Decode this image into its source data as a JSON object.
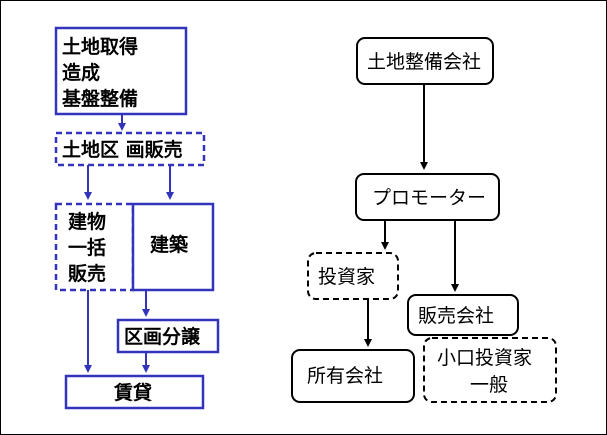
{
  "left_flow": {
    "land_acquisition": [
      "土地取得",
      "造成",
      "基盤整備"
    ],
    "lot_sales": "土地区 画販売",
    "bulk_building_sales": [
      "建物",
      "一括",
      "販売"
    ],
    "construction": "建築",
    "condominium_sales": "区画分譲",
    "rental": "賃貸",
    "color": "#3333bb"
  },
  "right_flow": {
    "land_dev_company": "土地整備会社",
    "promoter": "プロモーター",
    "investor": "投資家",
    "sales_company": "販売会社",
    "owner_company": "所有会社",
    "small_investor": [
      "小口投資家",
      "一般"
    ],
    "color": "#000000"
  }
}
